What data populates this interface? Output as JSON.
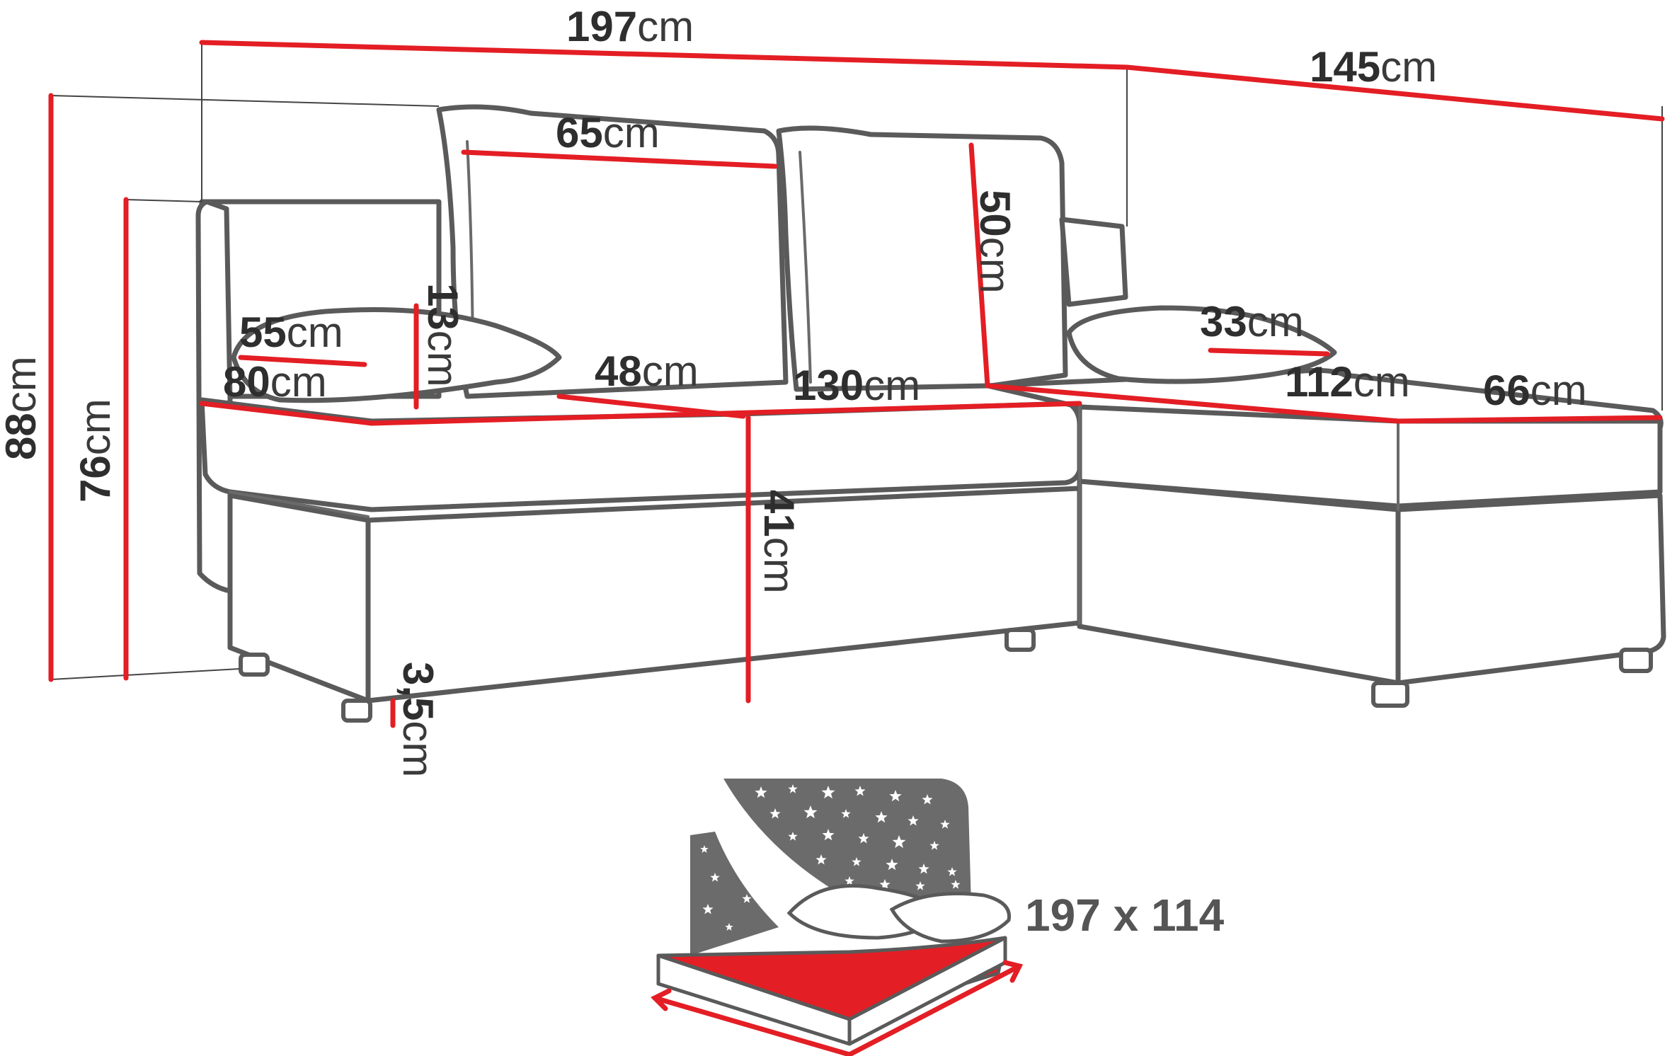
{
  "dimensions": {
    "total_width": {
      "value": "197",
      "unit": "cm"
    },
    "chaise_width": {
      "value": "145",
      "unit": "cm"
    },
    "cushion_width": {
      "value": "65",
      "unit": "cm"
    },
    "cushion_height": {
      "value": "50",
      "unit": "cm"
    },
    "pillow_left_width": {
      "value": "55",
      "unit": "cm"
    },
    "pillow_left_height": {
      "value": "13",
      "unit": "cm"
    },
    "pillow_right_width": {
      "value": "33",
      "unit": "cm"
    },
    "seat_depth": {
      "value": "80",
      "unit": "cm"
    },
    "seat_inner_depth": {
      "value": "48",
      "unit": "cm"
    },
    "seat_width": {
      "value": "130",
      "unit": "cm"
    },
    "chaise_length": {
      "value": "112",
      "unit": "cm"
    },
    "chaise_depth": {
      "value": "66",
      "unit": "cm"
    },
    "total_height": {
      "value": "88",
      "unit": "cm"
    },
    "back_height": {
      "value": "76",
      "unit": "cm"
    },
    "seat_height": {
      "value": "41",
      "unit": "cm"
    },
    "leg_height": {
      "value": "3,5",
      "unit": "cm"
    }
  },
  "sleeping_area": "197 x 114",
  "colors": {
    "dimension_line": "#e31e24",
    "outline": "#5a5a5a",
    "night_panel": "#6b6b6b",
    "mattress_top": "#e31e24"
  },
  "icons": [
    "sofa-outline",
    "bed-night-icon",
    "star-icon"
  ]
}
